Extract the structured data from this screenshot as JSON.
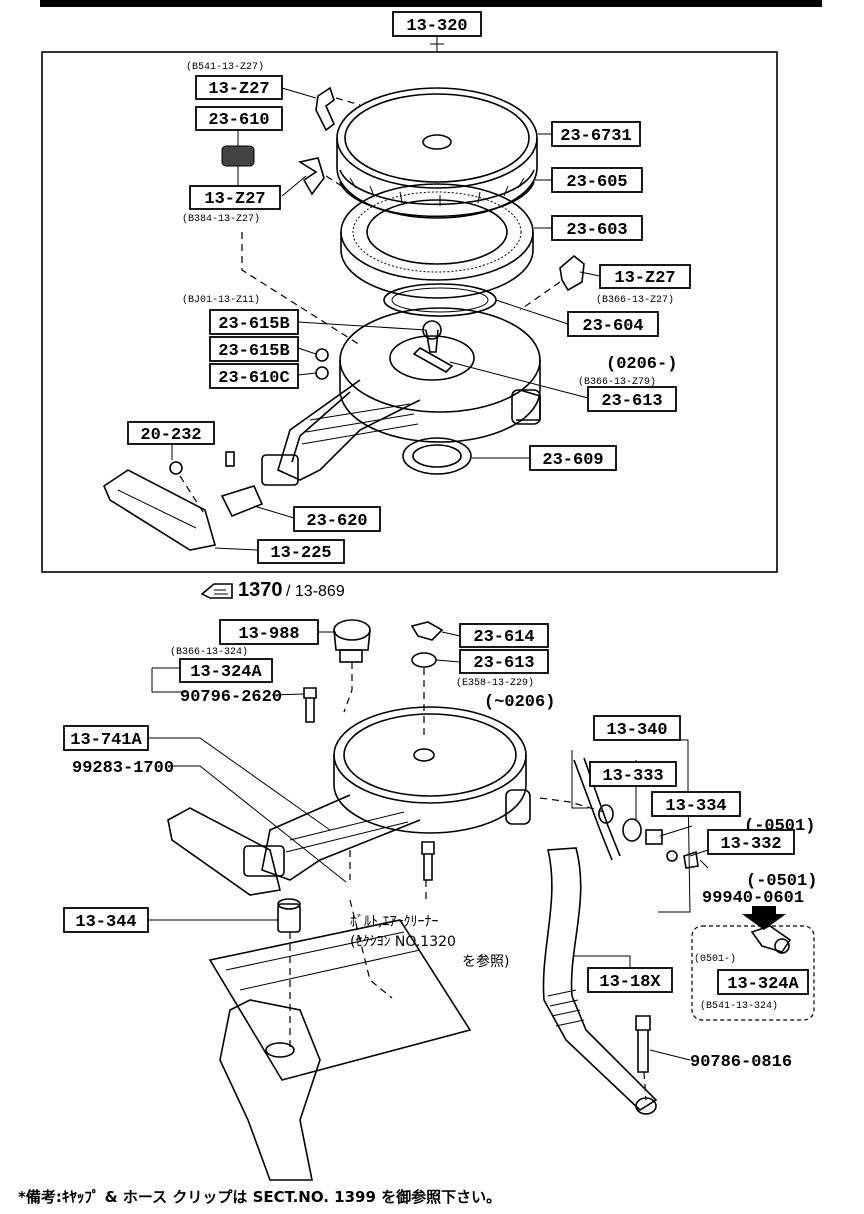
{
  "labels": {
    "assembly": "13-320",
    "clip_top_ref": "(B541-13-Z27)",
    "clip_top": "13-Z27",
    "pad": "23-610",
    "clip_left": "13-Z27",
    "clip_left_ref": "(B384-13-Z27)",
    "cover": "23-6731",
    "ring_605": "23-605",
    "element": "23-603",
    "clip_right": "13-Z27",
    "clip_right_ref": "(B366-13-Z27)",
    "seal_604": "23-604",
    "ref_bj01": "(BJ01-13-Z11)",
    "bolt_615b_a": "23-615B",
    "bolt_615b_b": "23-615B",
    "washer_610c": "23-610C",
    "range_0206_plus": "(0206-)",
    "ref_b366_z79": "(B366-13-Z79)",
    "nut_613_top": "23-613",
    "gasket_609": "23-609",
    "bolt_20_232": "20-232",
    "bracket_620": "23-620",
    "duct_225": "13-225",
    "ref_1370": "1370",
    "ref_13_869": "/ 13-869",
    "valve_988": "13-988",
    "ref_b366_324": "(B366-13-324)",
    "sub_324a": "13-324A",
    "bolt_90796": "90796-2620",
    "wingnut_614": "23-614",
    "nut_613_bottom": "23-613",
    "ref_e358": "(E358-13-Z29)",
    "range_0206_minus": "(~0206)",
    "hose_741a": "13-741A",
    "part_99283": "99283-1700",
    "hose_340": "13-340",
    "part_333": "13-333",
    "part_334": "13-334",
    "range_0501_a": "(-0501)",
    "part_332": "13-332",
    "range_0501_b": "(-0501)",
    "part_99940": "99940-0601",
    "mount_344": "13-344",
    "jp_bolt": "ﾎﾞﾙﾄ,ｴｱｰｸﾘｰﾅｰ",
    "jp_section": "(ｾｸｼﾖﾝ NO.1320",
    "jp_refer": "を参照)",
    "hose_18x": "13-18X",
    "range_0501_plus": "(0501-)",
    "part_324a_b": "13-324A",
    "ref_b541_324": "(B541-13-324)",
    "bolt_90786": "90786-0816"
  },
  "footer_note": "*備考:ｷﾔｯﾌﾟ & ホース クリップは SECT.NO. 1399 を御参照下さい。"
}
